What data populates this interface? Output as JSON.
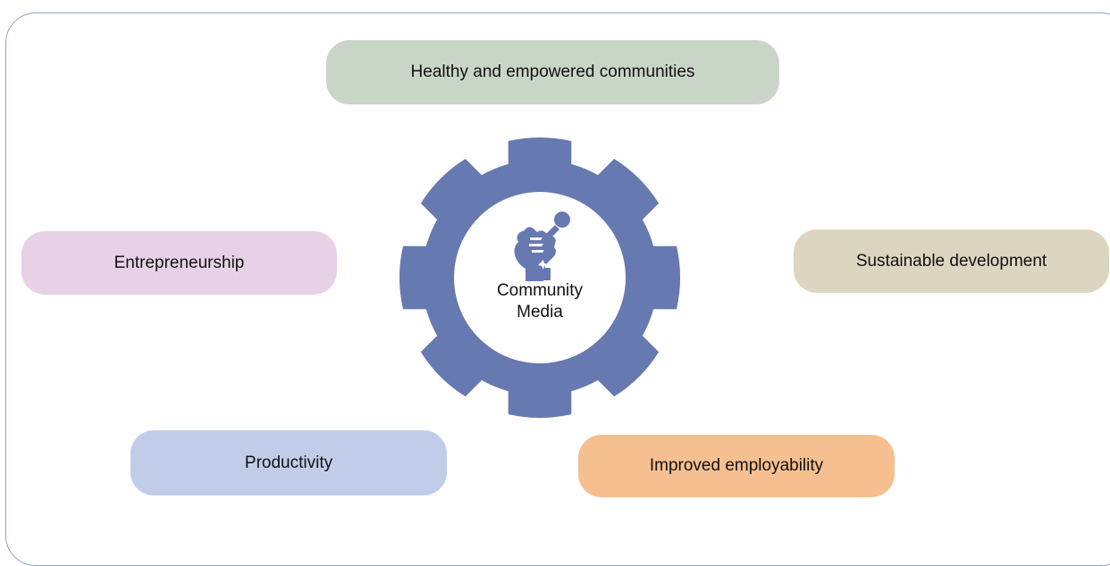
{
  "diagram": {
    "center": {
      "line1": "Community",
      "line2": "Media",
      "icon": "raised-fist-microphone-icon"
    },
    "nodes": {
      "top": "Healthy and empowered communities",
      "left": "Entrepreneurship",
      "right": "Sustainable development",
      "bottom_left": "Productivity",
      "bottom_right": "Improved employability"
    },
    "colors": {
      "gear": "#6779b1",
      "top": "#c9d6c7",
      "left": "#e7d1e6",
      "right": "#dcd6c0",
      "bottom_left": "#c1cde8",
      "bottom_right": "#f6bf8f",
      "frame": "#8ea0c8"
    }
  }
}
